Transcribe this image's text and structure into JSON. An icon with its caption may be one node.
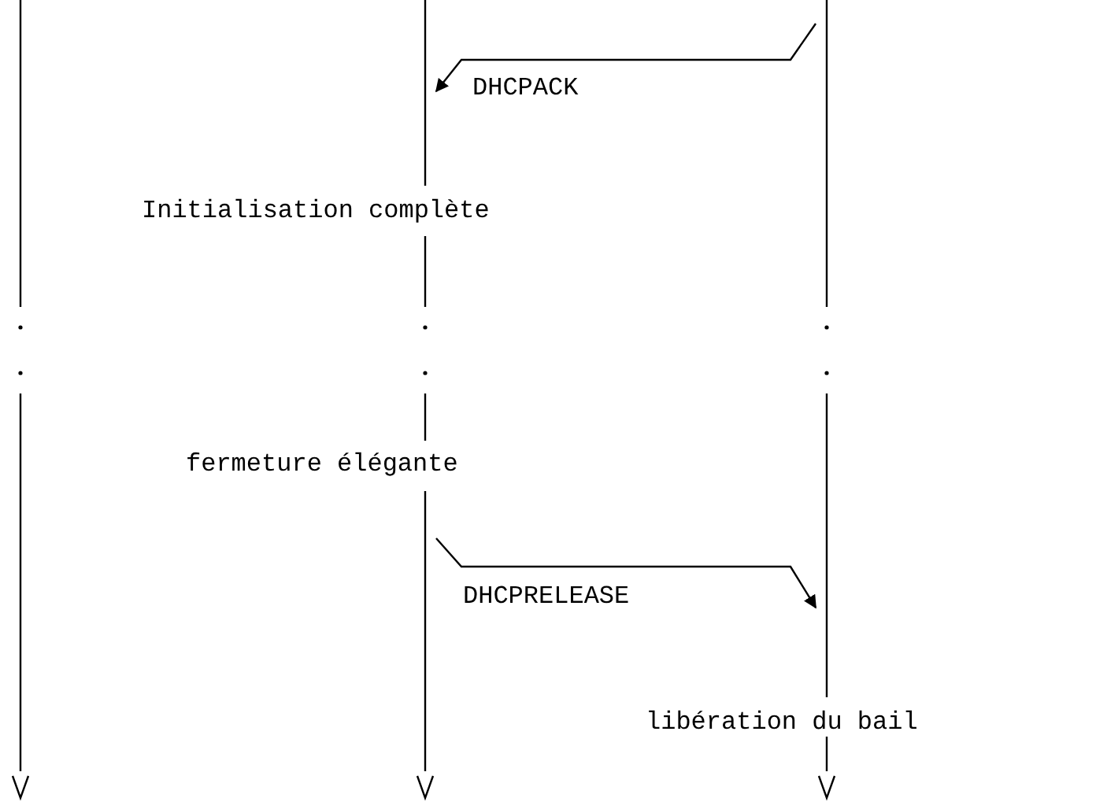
{
  "diagram": {
    "nodes": [
      {
        "text": [],
        "shape": "line"
      },
      {
        "text": [],
        "shape": "line"
      },
      {
        "text": [],
        "shape": "line"
      }
    ],
    "edges": [
      {
        "from": 2,
        "to": 1,
        "arrow": "to",
        "label": "DHCPACK"
      },
      {
        "from": 1,
        "to": 2,
        "arrow": "to",
        "label": "DHCPRELEASE"
      }
    ],
    "labels": [
      "Initialisation complète",
      "fermeture élégante",
      "libération du bail"
    ]
  }
}
